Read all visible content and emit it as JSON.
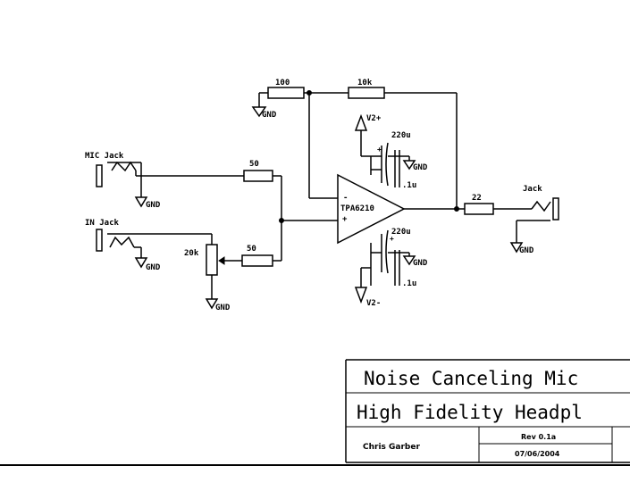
{
  "resistors": {
    "r_100": "100",
    "r_10k": "10k",
    "r_mic": "50",
    "r_in": "50",
    "r_out": "22",
    "pot": "20k"
  },
  "capacitors": {
    "c_top_elec": "220u",
    "c_top_cer": ".1u",
    "c_bot_elec": "220u",
    "c_bot_cer": ".1u"
  },
  "opamp": {
    "part": "TPA6210",
    "minus": "-",
    "plus": "+"
  },
  "supplies": {
    "v_pos": "V2+",
    "v_neg": "V2-"
  },
  "ground_label": "GND",
  "jacks": {
    "mic": "MIC Jack",
    "in": "IN Jack",
    "out": "Jack"
  },
  "title_block": {
    "line1": "Noise Canceling Mic",
    "line2": "High Fidelity Headpl",
    "author": "Chris Garber",
    "revision": "Rev 0.1a",
    "date": "07/06/2004"
  }
}
